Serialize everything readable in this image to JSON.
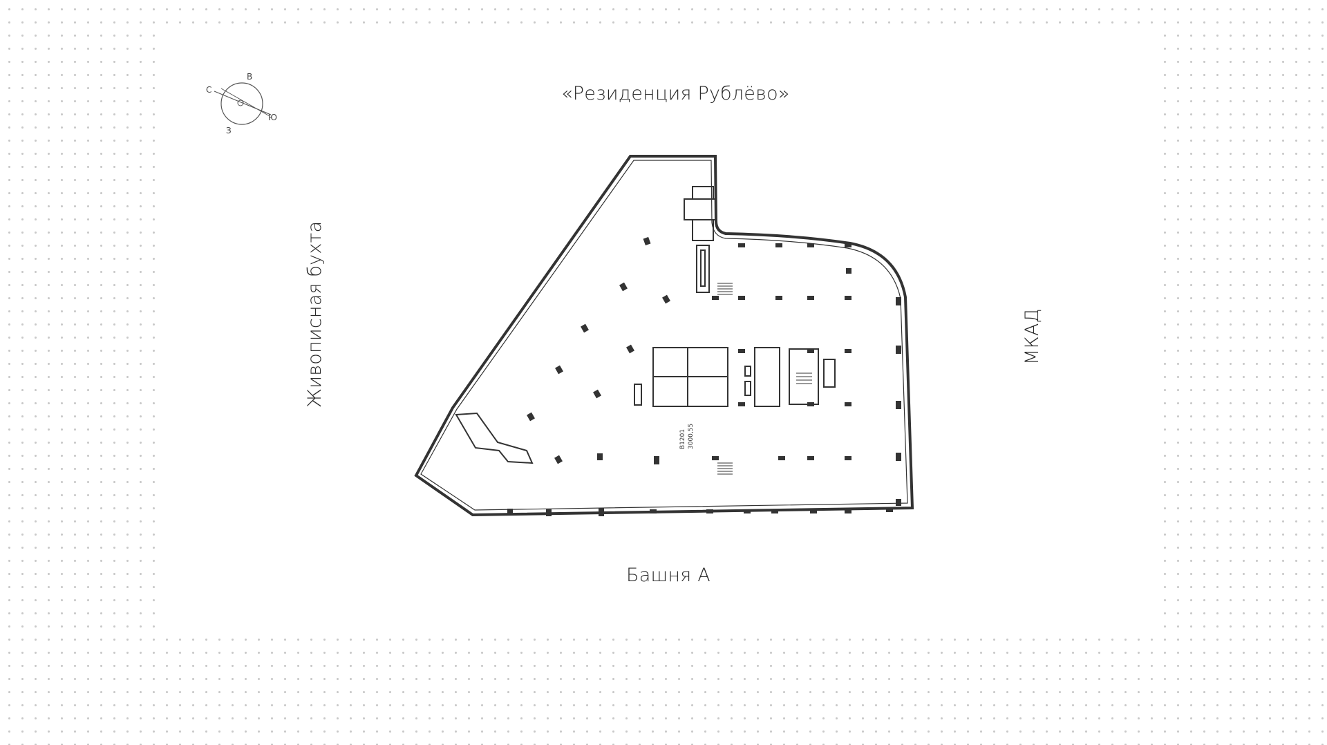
{
  "labels": {
    "north": "«Резиденция Рублёво»",
    "south": "Башня А",
    "west": "Живописная бухта",
    "east": "МКАД"
  },
  "compass": {
    "c": "С",
    "v": "В",
    "yu": "Ю",
    "z": "З"
  },
  "plan": {
    "unit_code": "В1201",
    "area": "3000,55"
  }
}
